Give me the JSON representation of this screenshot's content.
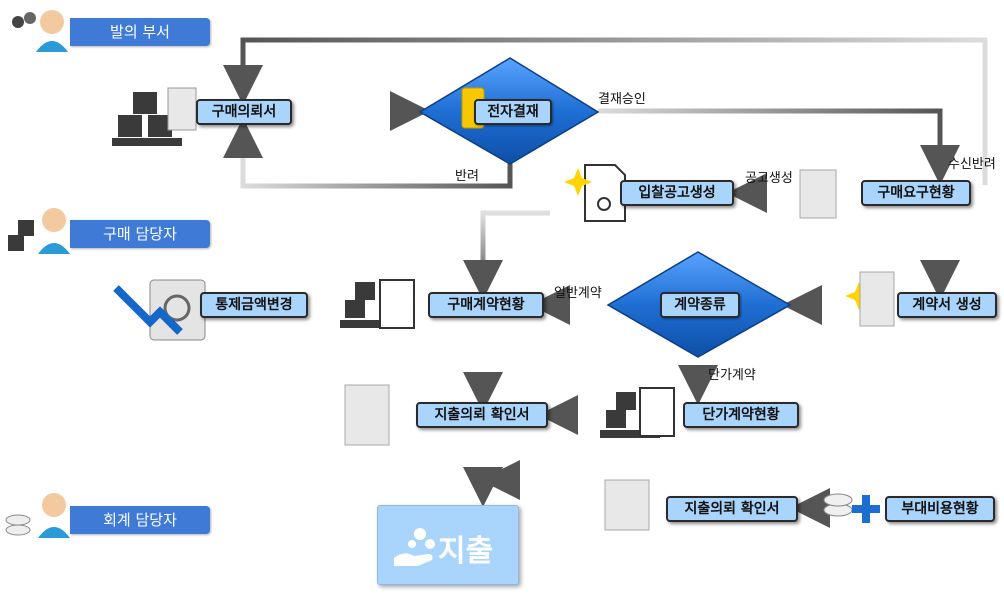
{
  "roles": {
    "requester": "발의 부서",
    "purchaser": "구매 담당자",
    "accountant": "회계 담당자"
  },
  "nodes": {
    "purchase_request": "구매의뢰서",
    "e_approval": "전자결재",
    "request_status": "구매요구현황",
    "bid_notice": "입찰공고생성",
    "contract_create": "계약서 생성",
    "contract_type": "계약종류",
    "purchase_contract_status": "구매계약현황",
    "control_amount_change": "통제금액변경",
    "expense_confirm_1": "지출의뢰 확인서",
    "unit_contract_status": "단가계약현황",
    "expense_confirm_2": "지출의뢰 확인서",
    "incidental_cost_status": "부대비용현황",
    "expenditure": "지출"
  },
  "edges": {
    "approve": "결재승인",
    "reject": "반려",
    "receive_reject": "수신반려",
    "notice_create": "공고생성",
    "general_contract": "일반계약",
    "unit_contract": "단가계약"
  },
  "colors": {
    "node_fill": "#a9d4fb",
    "badge": "#3f7bd6",
    "diamond": "#1d6fd0",
    "arrow_dark": "#555555",
    "arrow_light": "#d0d0d0"
  }
}
